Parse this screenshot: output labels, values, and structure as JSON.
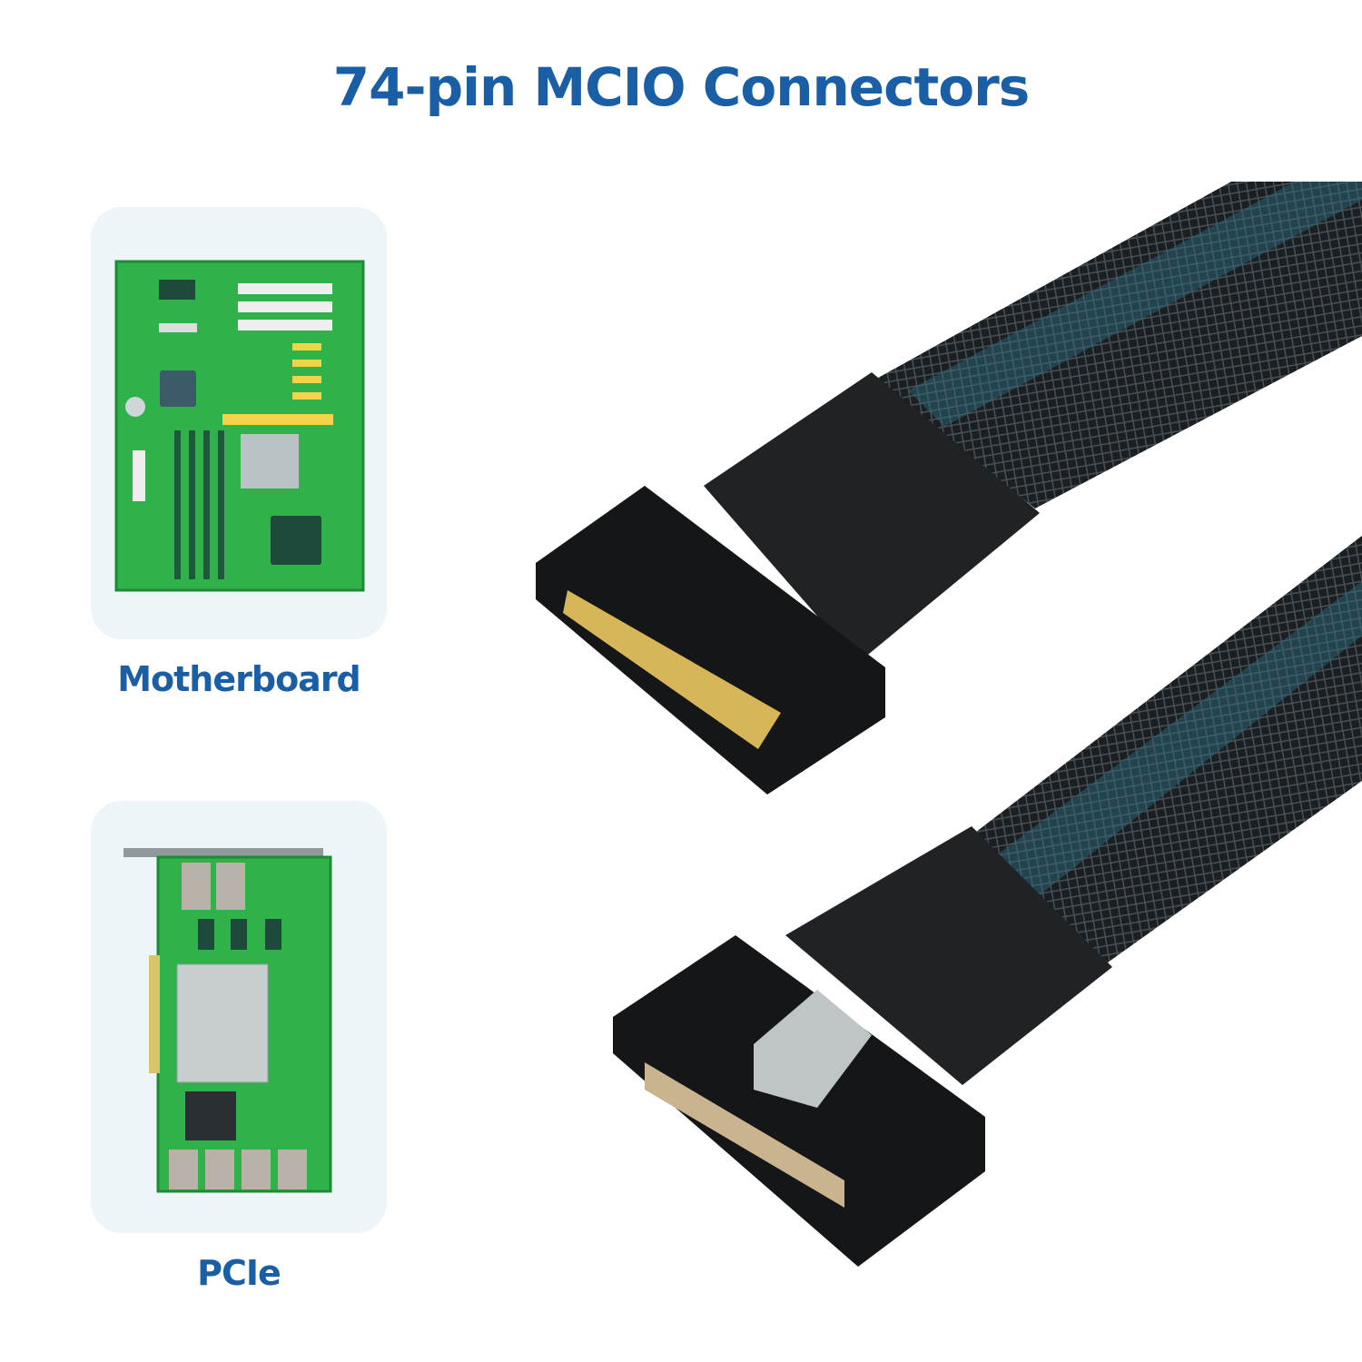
{
  "title": "74-pin MCIO Connectors",
  "cards": [
    {
      "label": "Motherboard",
      "icon": "motherboard-icon"
    },
    {
      "label": "PCIe",
      "icon": "pcie-card-icon"
    }
  ],
  "colors": {
    "accent": "#1a5ea5",
    "card_bg": "#eef5f8",
    "pcb_green": "#2fb24a"
  }
}
